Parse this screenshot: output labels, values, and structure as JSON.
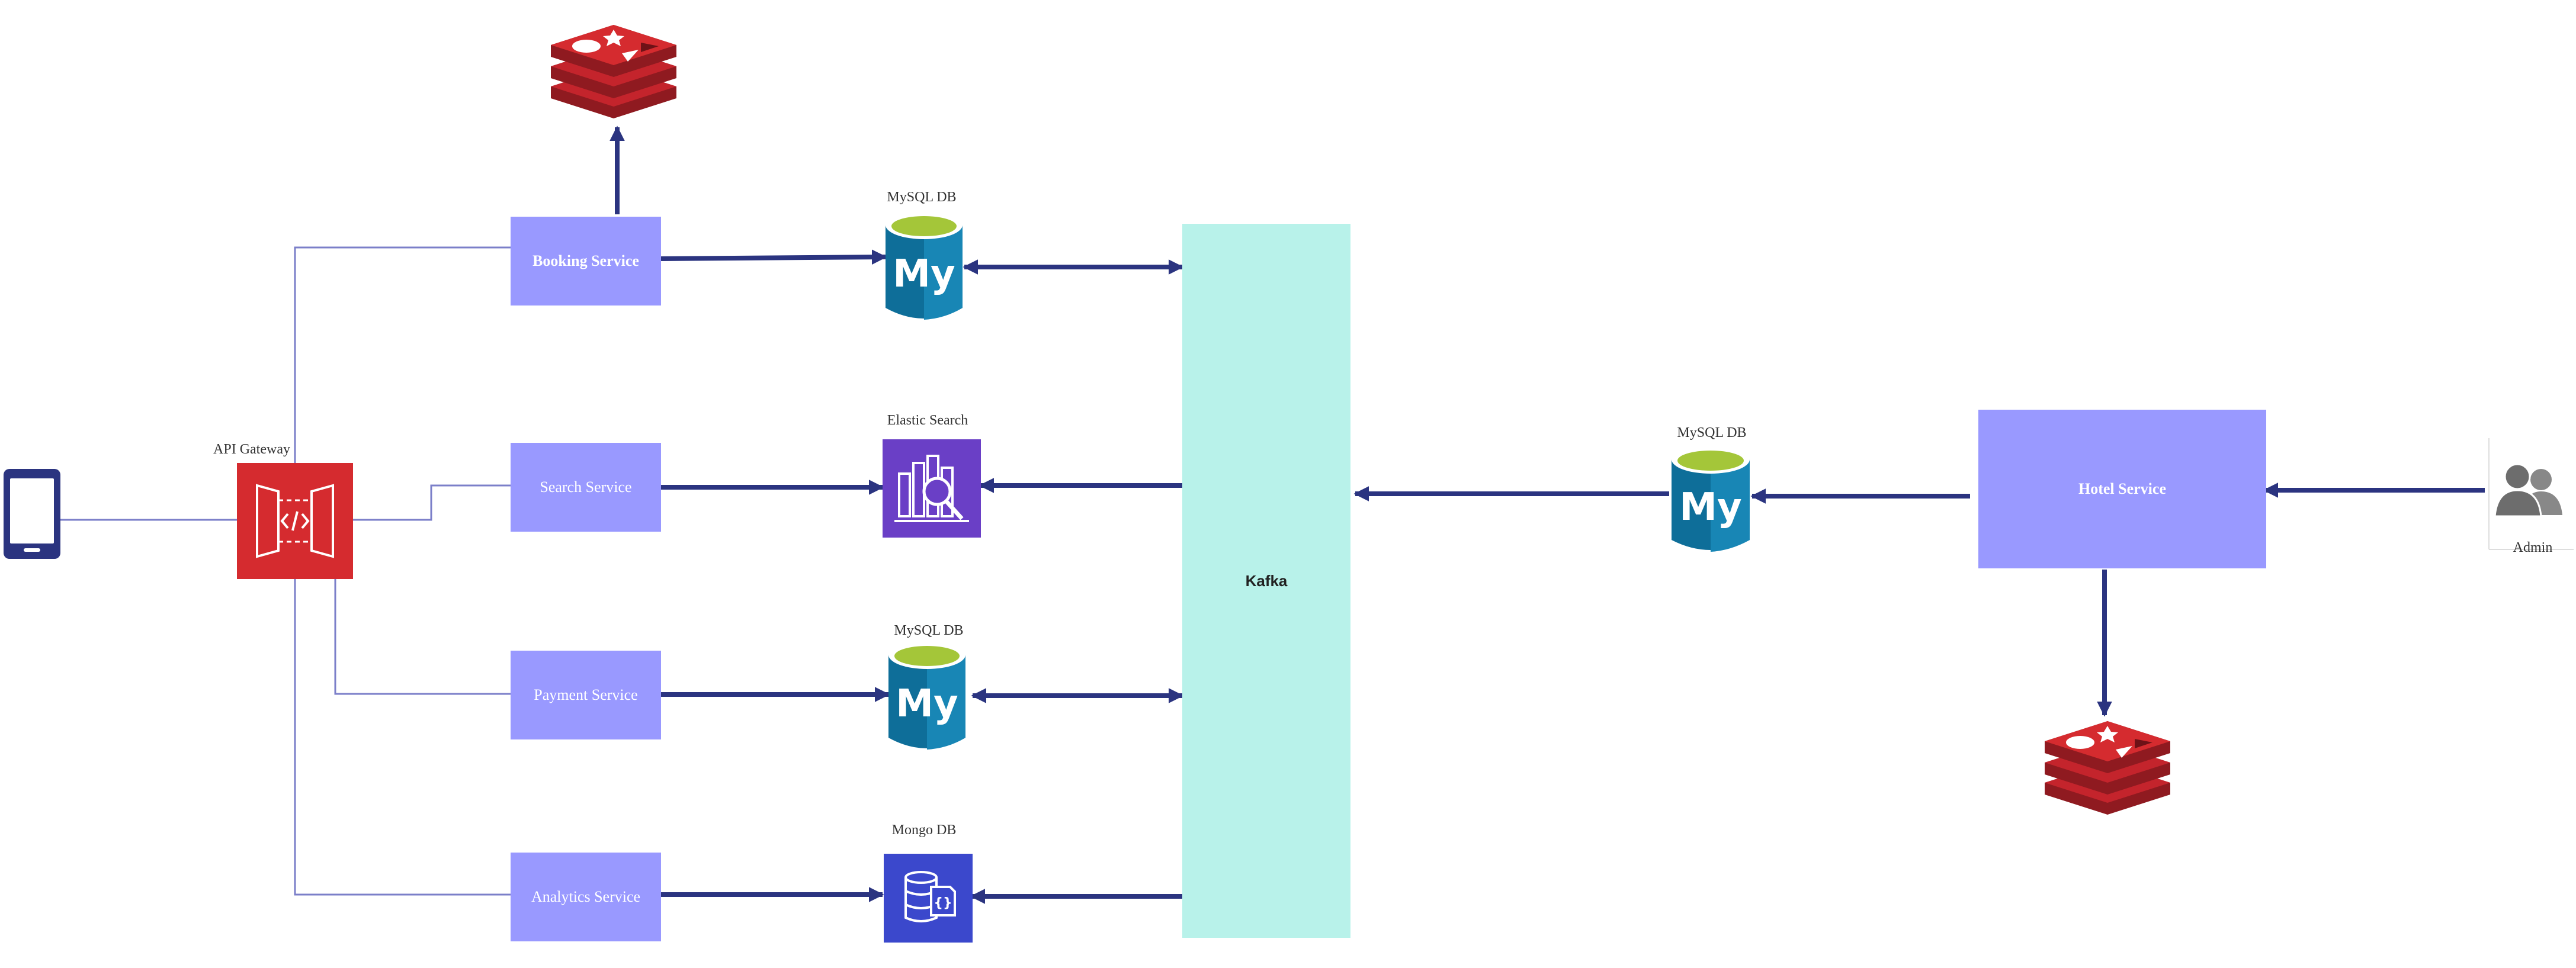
{
  "diagram": {
    "gateway_label": "API Gateway",
    "services": {
      "booking": "Booking Service",
      "search": "Search Service",
      "payment": "Payment Service",
      "analytics": "Analytics Service",
      "hotel": "Hotel Service"
    },
    "stores": {
      "booking_db": "MySQL DB",
      "search_db": "Elastic Search",
      "payment_db": "MySQL DB",
      "analytics_db": "Mongo DB",
      "hotel_db": "MySQL DB"
    },
    "kafka": "Kafka",
    "admin": "Admin",
    "colors": {
      "service": "#9999ff",
      "kafka": "#b8f2ea",
      "arrow": "#2b3480",
      "thin_line": "#7b7fc9",
      "gateway": "#d52b2f",
      "mysql": "#0e6e99",
      "elastic": "#6a3fc6",
      "mongo": "#3b48cc",
      "redis": "#b8212b",
      "phone": "#2b3480"
    }
  }
}
